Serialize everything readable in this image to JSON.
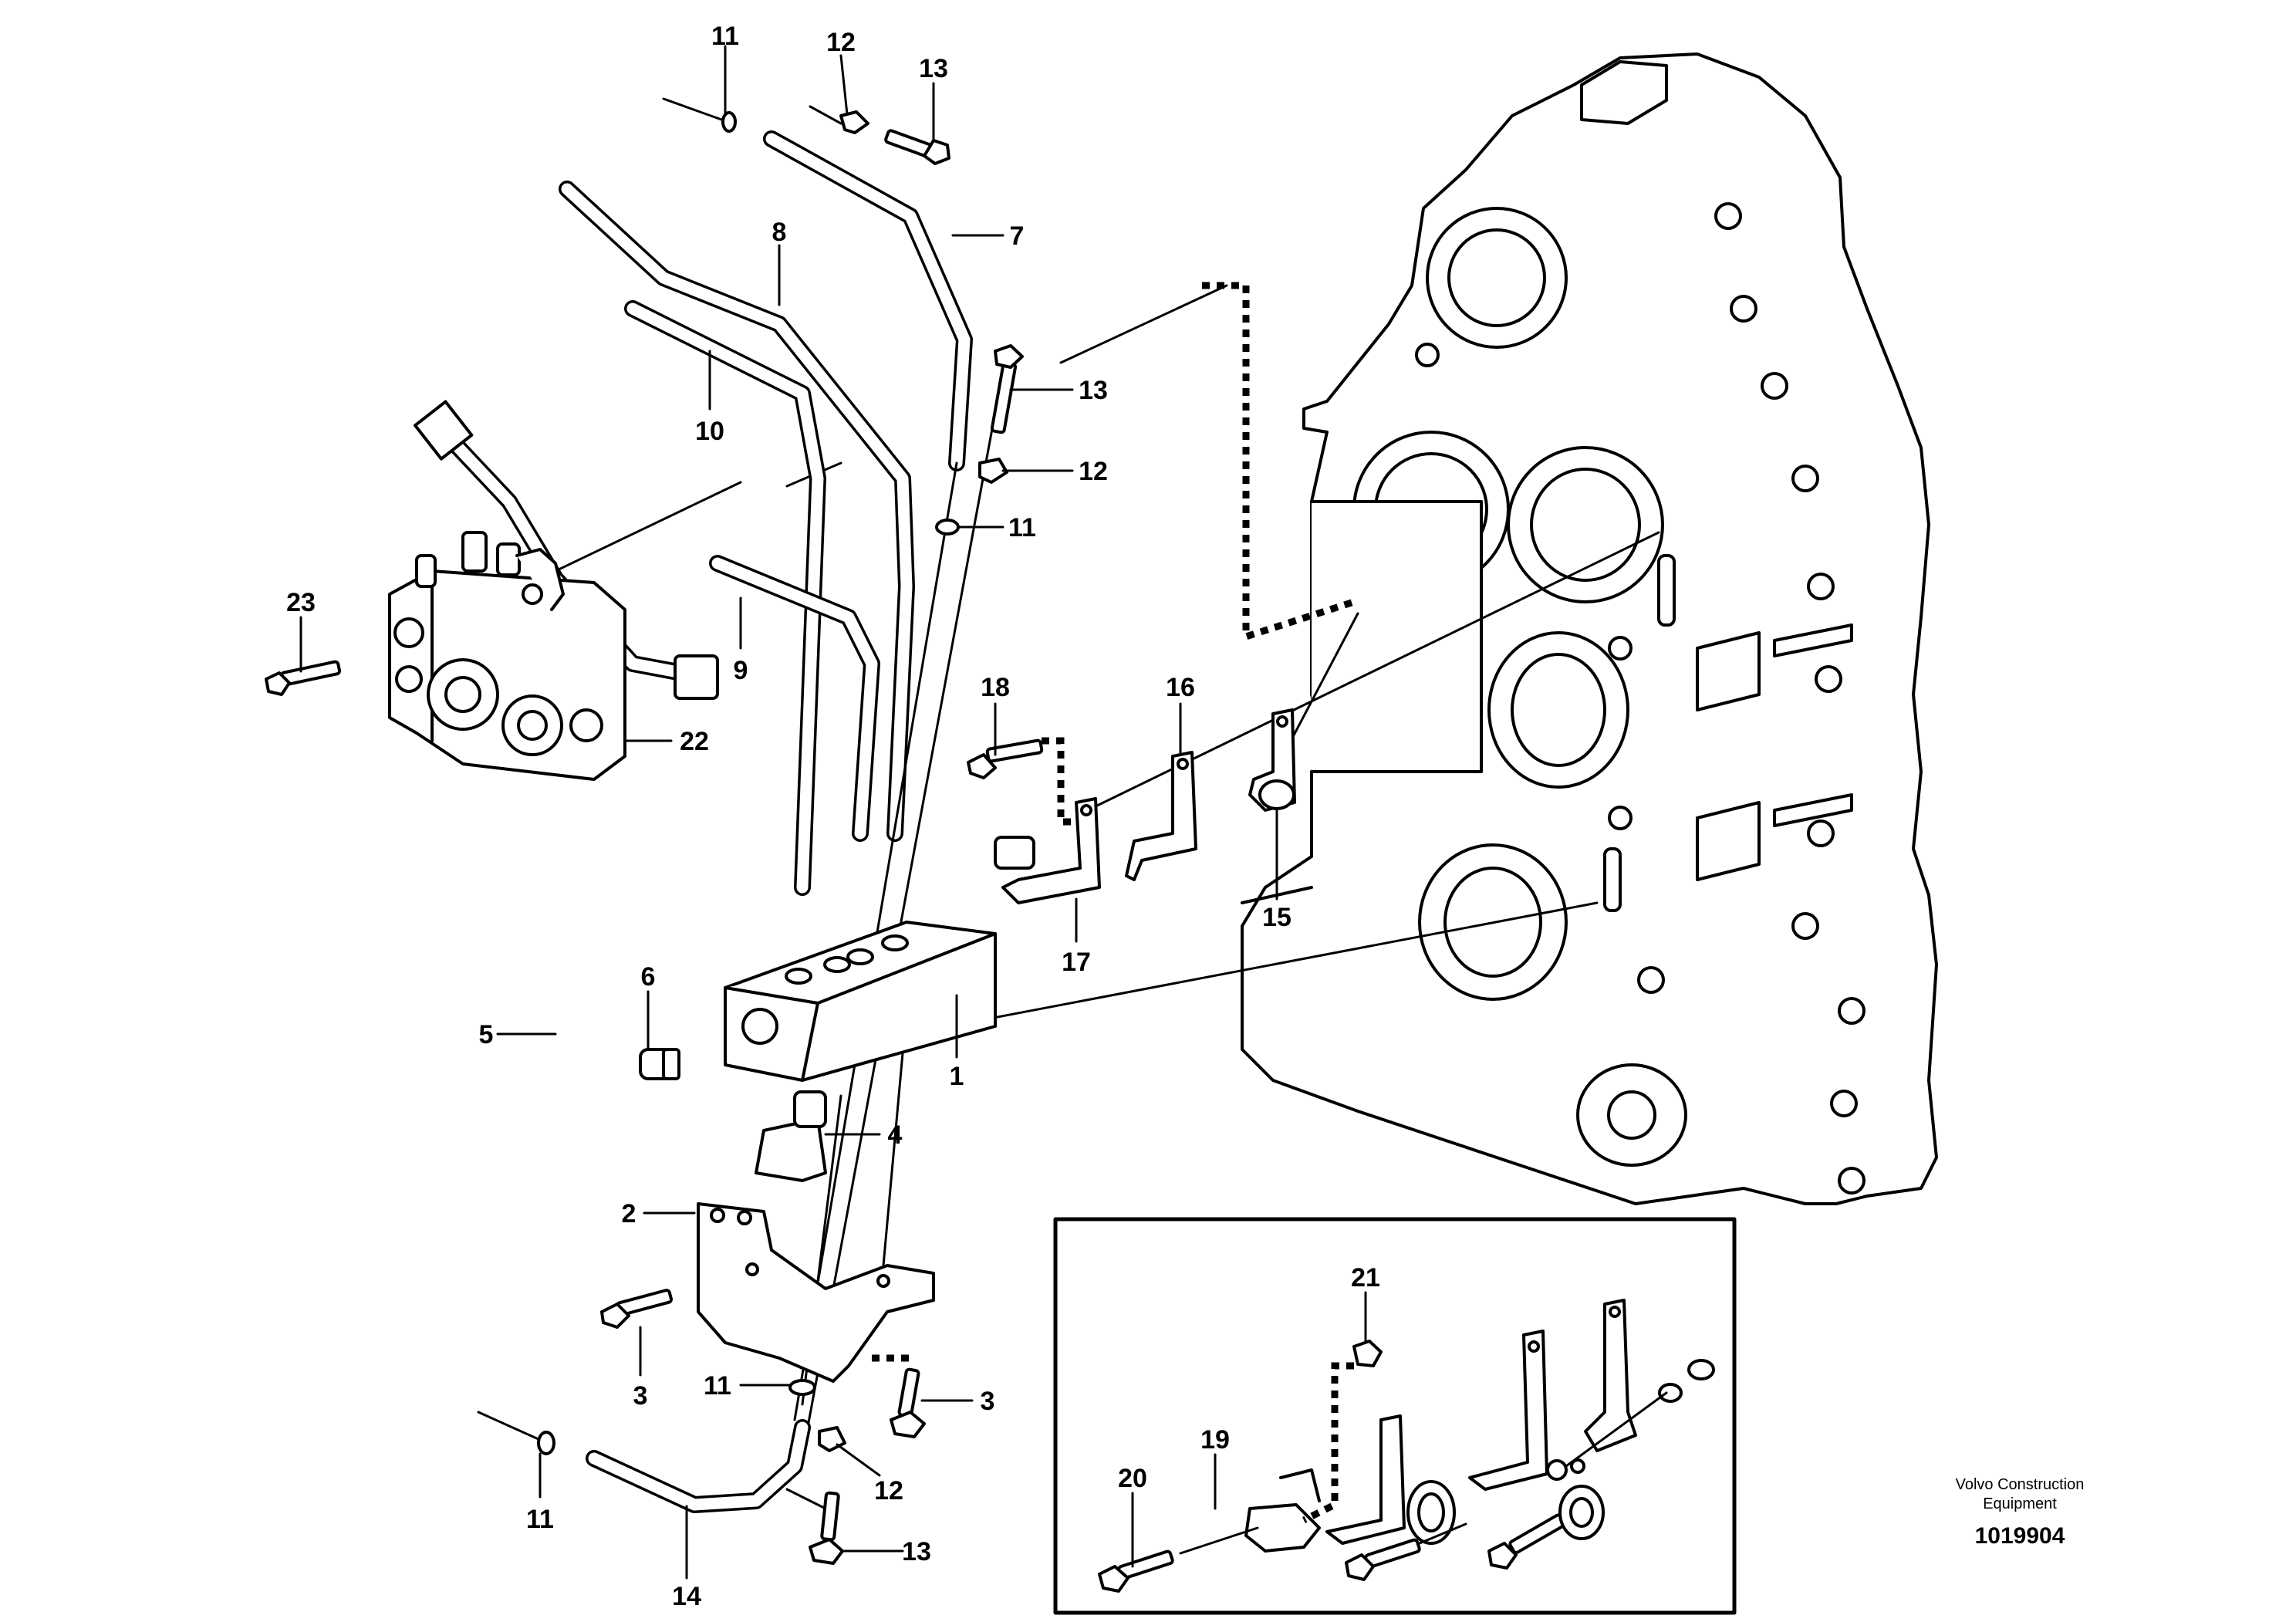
{
  "callouts": [
    {
      "id": "c11a",
      "text": "11"
    },
    {
      "id": "c12a",
      "text": "12"
    },
    {
      "id": "c13a",
      "text": "13"
    },
    {
      "id": "c8",
      "text": "8"
    },
    {
      "id": "c7",
      "text": "7"
    },
    {
      "id": "c13b",
      "text": "13"
    },
    {
      "id": "c10",
      "text": "10"
    },
    {
      "id": "c12b",
      "text": "12"
    },
    {
      "id": "c11b",
      "text": "11"
    },
    {
      "id": "c23",
      "text": "23"
    },
    {
      "id": "c9",
      "text": "9"
    },
    {
      "id": "c22",
      "text": "22"
    },
    {
      "id": "c18",
      "text": "18"
    },
    {
      "id": "c16",
      "text": "16"
    },
    {
      "id": "c15",
      "text": "15"
    },
    {
      "id": "c17",
      "text": "17"
    },
    {
      "id": "c6",
      "text": "6"
    },
    {
      "id": "c5",
      "text": "5"
    },
    {
      "id": "c1",
      "text": "1"
    },
    {
      "id": "c4",
      "text": "4"
    },
    {
      "id": "c2",
      "text": "2"
    },
    {
      "id": "c3a",
      "text": "3"
    },
    {
      "id": "c11c",
      "text": "11"
    },
    {
      "id": "c3b",
      "text": "3"
    },
    {
      "id": "c11d",
      "text": "11"
    },
    {
      "id": "c12c",
      "text": "12"
    },
    {
      "id": "c13c",
      "text": "13"
    },
    {
      "id": "c14",
      "text": "14"
    },
    {
      "id": "c21",
      "text": "21"
    },
    {
      "id": "c19",
      "text": "19"
    },
    {
      "id": "c20",
      "text": "20"
    }
  ],
  "footer": {
    "credit_line1": "Volvo Construction",
    "credit_line2": "Equipment",
    "figure_number": "1019904"
  }
}
